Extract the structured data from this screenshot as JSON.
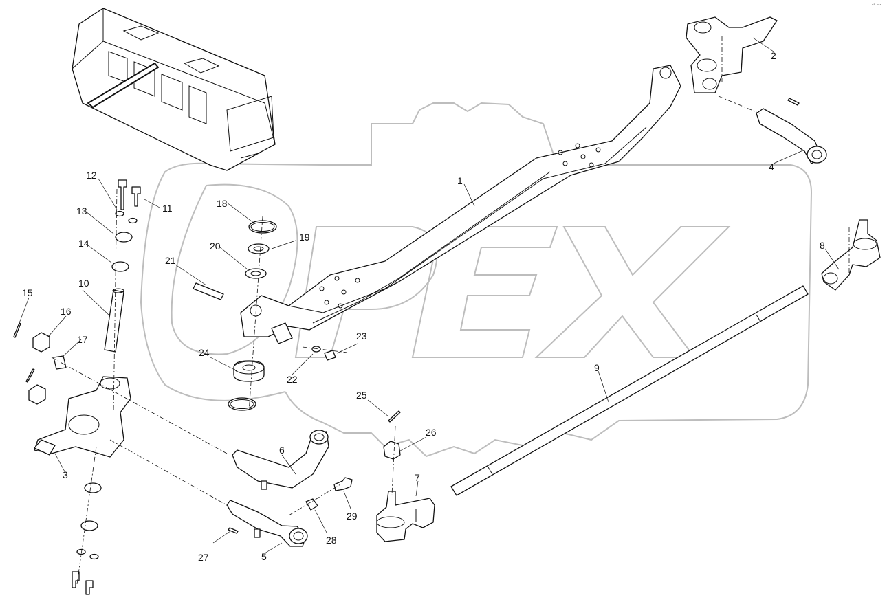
{
  "corner_mark": "ᵉᴾ ᵒᵒᵃ",
  "callouts": [
    "1",
    "2",
    "3",
    "4",
    "5",
    "6",
    "7",
    "8",
    "9",
    "10",
    "11",
    "12",
    "13",
    "14",
    "15",
    "16",
    "17",
    "18",
    "19",
    "20",
    "21",
    "22",
    "23",
    "24",
    "25",
    "26",
    "27",
    "28",
    "29"
  ],
  "watermark": {
    "text": "OPEX",
    "color": "#bdbdbd"
  }
}
